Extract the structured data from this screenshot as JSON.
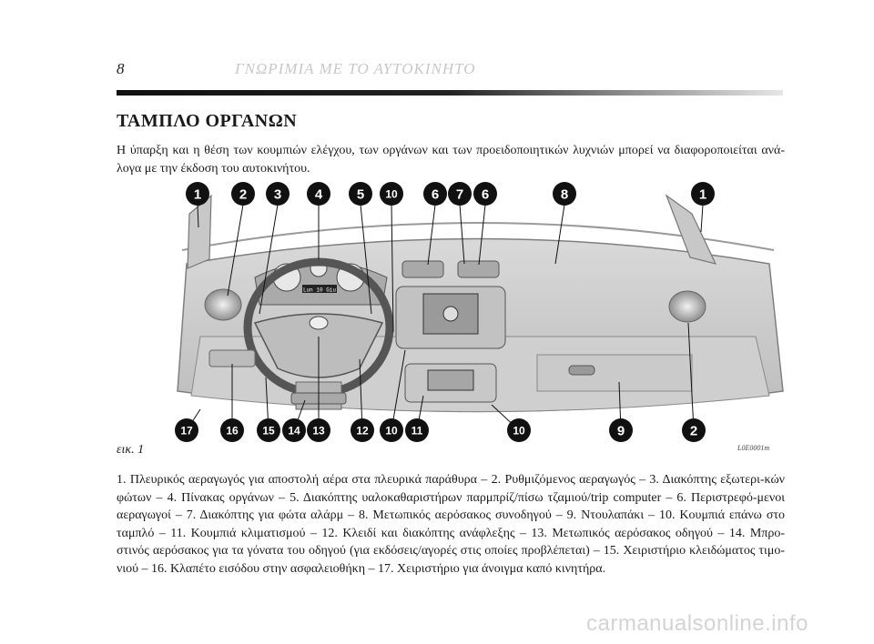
{
  "header": {
    "page_number": "8",
    "running_title": "ΓΝΩΡΙΜΙΑ ΜΕ ΤΟ ΑΥΤΟΚΙΝΗΤΟ"
  },
  "section": {
    "title": "ΤΑΜΠΛΟ ΟΡΓΑΝΩΝ",
    "intro": "Η ύπαρξη και η θέση των κουμπιών ελέγχου, των οργάνων και των προειδοποιητικών λυχνιών μπορεί να διαφοροποιείται ανά-λογα με την έκδοση του αυτοκινήτου."
  },
  "figure": {
    "caption": "εικ. 1",
    "code": "L0E0001m",
    "display_text": "Lun 10 Giu",
    "callouts_top": [
      "1",
      "2",
      "3",
      "4",
      "5",
      "10",
      "6",
      "7",
      "6",
      "8",
      "1"
    ],
    "callouts_bottom": [
      "17",
      "16",
      "15",
      "14",
      "13",
      "12",
      "10",
      "11",
      "10",
      "9",
      "2"
    ]
  },
  "legend": "1. Πλευρικός αεραγωγός για αποστολή αέρα στα πλευρικά παράθυρα – 2. Ρυθμιζόμενος αεραγωγός – 3. Διακόπτης εξωτερι-κών φώτων – 4. Πίνακας οργάνων – 5. Διακόπτης υαλοκαθαριστήρων παρμπρίζ/πίσω τζαμιού/trip computer – 6. Περιστρεφό-μενοι αεραγωγοί – 7. Διακόπτης για φώτα αλάρμ – 8. Μετωπικός αερόσακος συνοδηγού – 9. Ντουλαπάκι – 10. Κουμπιά επάνω στο ταμπλό – 11. Κουμπιά κλιματισμού – 12. Κλειδί και διακόπτης ανάφλεξης – 13. Μετωπικός αερόσακος οδηγού – 14. Μπρο-στινός αερόσακος για τα γόνατα του οδηγού (για εκδόσεις/αγορές στις οποίες προβλέπεται) – 15. Χειριστήριο κλειδώματος τιμο-νιού – 16. Κλαπέτο εισόδου στην ασφαλειοθήκη – 17. Χειριστήριο για άνοιγμα καπό κινητήρα.",
  "watermark": "carmanualsonline.info"
}
